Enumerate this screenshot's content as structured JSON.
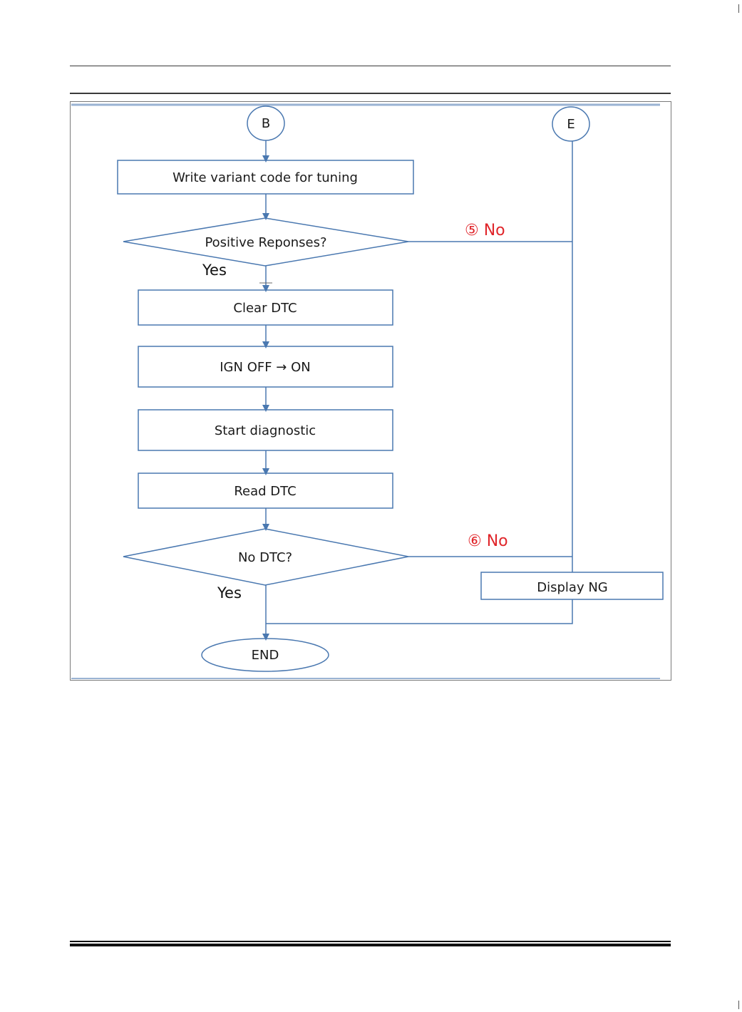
{
  "colors": {
    "stroke": "#4a78b0",
    "label_red": "#e0252a",
    "text": "#1a1a1a"
  },
  "flowchart": {
    "connector_b": "B",
    "connector_e": "E",
    "step_write_variant": "Write variant code for tuning",
    "decision_positive": "Positive Reponses?",
    "label_no_5": "⑤ No",
    "label_yes_1": "Yes",
    "step_clear_dtc": "Clear DTC",
    "step_ign": "IGN OFF → ON",
    "step_start_diag": "Start diagnostic",
    "step_read_dtc": "Read DTC",
    "decision_no_dtc": "No DTC?",
    "label_no_6": "⑥ No",
    "label_yes_2": "Yes",
    "step_display_ng": "Display NG",
    "terminal_end": "END"
  }
}
